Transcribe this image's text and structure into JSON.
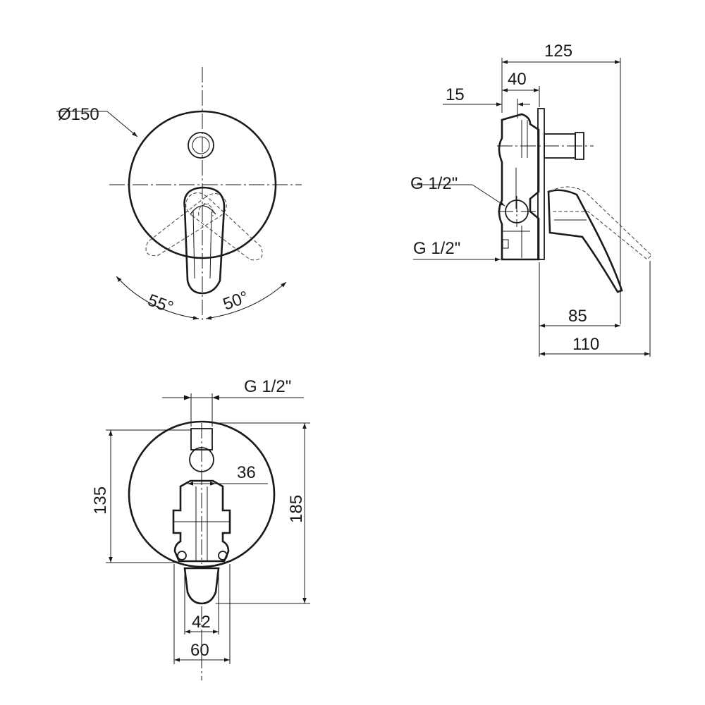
{
  "drawing": {
    "front_view": {
      "diameter_label": "Ø150",
      "angle_left_label": "55°",
      "angle_right_label": "50°"
    },
    "side_view": {
      "overall_depth_label": "125",
      "body_depth_label": "40",
      "offset_label": "15",
      "inlet_thread_label": "G 1/2\"",
      "outlet_thread_label": "G 1/2\"",
      "handle_projection_label": "85",
      "total_projection_label": "110"
    },
    "rear_view": {
      "top_thread_label": "G 1/2\"",
      "height_135_label": "135",
      "height_185_label": "185",
      "width_36_label": "36",
      "width_42_label": "42",
      "width_60_label": "60"
    }
  }
}
